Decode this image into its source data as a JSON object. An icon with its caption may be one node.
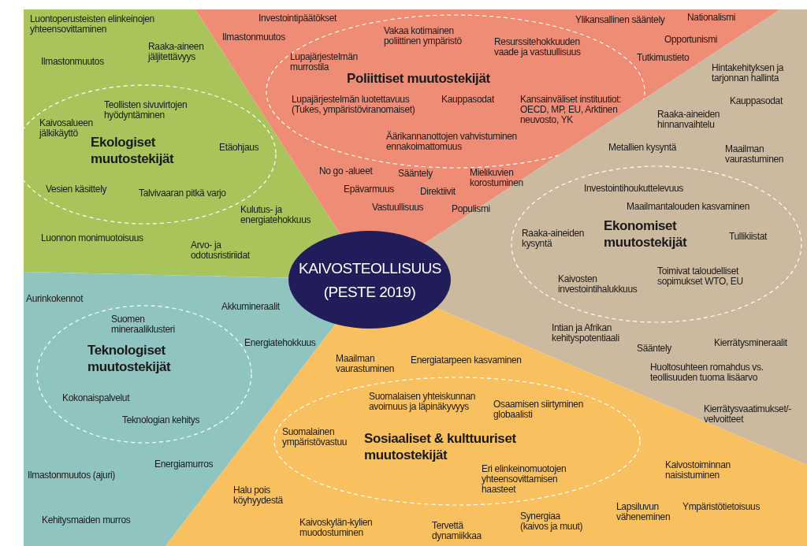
{
  "diagram": {
    "nodes": [
      {
        "text": [
          "KAIVOSTEOLLISUUS (PESTE 2019)"
        ]
      },
      {
        "text": [
          "Luontoperusteisten elinkeinojen yhteensovittaminen",
          "Ilmastonmuutos",
          "Raaka-aineen jäljitettävyys",
          "Kulutus- ja energiatehokkuus",
          "Luonnon monimuotoisuus",
          "Arvo- ja odotusristiriidat"
        ]
      },
      {
        "text": [
          "Teollisten sivuvirtojen hyödyntäminen",
          "Kaivosalueen jälkikäyttö",
          "Ekologiset muutostekijät",
          "Etäohjaus",
          "Vesien käsittely",
          "Talvivaaran pitkä varjo"
        ],
        "in": 1
      },
      {
        "text": [
          "Investointipäätökset",
          "Ilmastonmuutos",
          "Ylikansallinen sääntely",
          "Nationalismi",
          "Opportunismi",
          "Tutkimustieto",
          "No go -alueet",
          "Sääntely",
          "Mielikuvien korostuminen",
          "Epävarmuus",
          "Direktiivit",
          "Vastuullisuus",
          "Populismi"
        ]
      },
      {
        "text": [
          "Vakaa kotimainen poliittinen ympäristö",
          "Resurssitehokkuuden vaade ja vastuullisuus",
          "Lupajärjestelmän murrostila",
          "Poliittiset muutostekijät",
          "Lupajärjestelmän luotettavuus (Tukes, ympäristöviranomaiset)",
          "Kauppasodat",
          "Kansainväliset instituutiot: OECD, MP, EU, Arktinen neuvosto, YK",
          "Äärikannanottojen vahvistuminen ennakoimattomuus"
        ],
        "in": 3
      },
      {
        "text": [
          "Hintakehityksen ja tarjonnan hallinta",
          "Kauppasodat",
          "Raaka-aineiden hinnanvaihtelu",
          "Metallien kysyntä",
          "Maailman vaurastuminen",
          "Intian ja Afrikan kehityspotentiaali",
          "Sääntely",
          "Kierrätysmineraalit",
          "Huoltosuhteen romahdus vs. teollisuuden tuoma lisäarvo",
          "Kierrätysvaatimukset/-velvoitteet"
        ]
      },
      {
        "text": [
          "Investointihoukuttelevuus",
          "Maailmantalouden kasvaminen",
          "Raaka-aineiden kysyntä",
          "Ekonomiset muutostekijät",
          "Tullikiistat",
          "Toimivat taloudelliset sopimukset WTO, EU",
          "Kaivosten investointihalukkuus"
        ],
        "in": 5
      },
      {
        "text": [
          "Aurinkokennot",
          "Akkumineraalit",
          "Energiatehokkuus",
          "Energiamurros",
          "Ilmastonmuutos (ajuri)",
          "Kehitysmaiden murros"
        ]
      },
      {
        "text": [
          "Suomen mineraaliklusteri",
          "Teknologiset muutostekijät",
          "Kokonaispalvelut",
          "Teknologian kehitys"
        ],
        "in": 7
      },
      {
        "text": [
          "Maailman vaurastuminen",
          "Energiatarpeen kasvaminen",
          "Halu pois köyhyydestä",
          "Kaivoskylän-kylien muodostuminen",
          "Tervettä dynamiikkaa",
          "Synergiaa (kaivos ja muut)",
          "Kaivostoiminnan naisistuminen",
          "Lapsiluvun väheneminen",
          "Ympäristötietoisuus"
        ]
      },
      {
        "text": [
          "Suomalaisen yhteiskunnan avoimuus ja läpinäkyvyys",
          "Osaamisen siirtyminen globaalisti",
          "Suomalainen ympäristövastuu",
          "Sosiaaliset & kulttuuriset muutostekijät",
          "Eri elinkeinomuotojen yhteensovittamisen haasteet"
        ],
        "in": 9
      }
    ]
  }
}
